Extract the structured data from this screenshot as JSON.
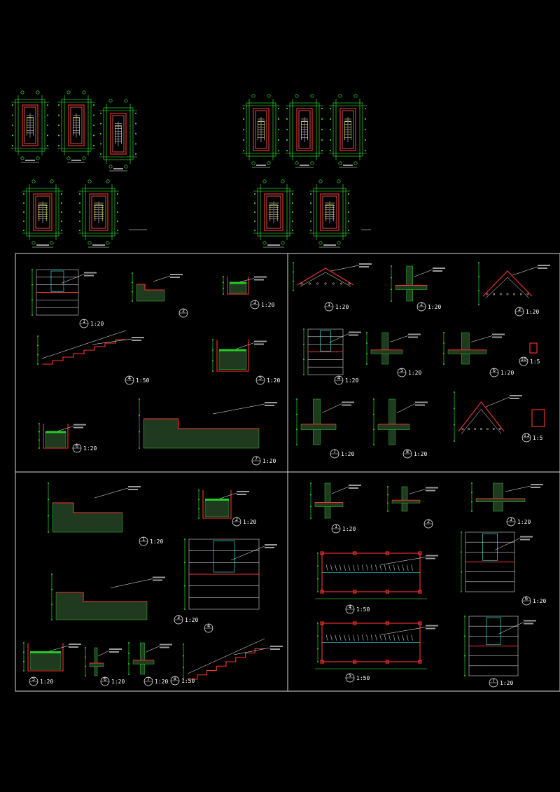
{
  "drawing": {
    "title": "",
    "background": "#000000",
    "colors": {
      "wall": "#ff3333",
      "dimension": "#33ff33",
      "text": "#ffffff",
      "annotation": "#33ffff",
      "frame": "#d9d9d9"
    }
  },
  "top_plans": {
    "count_row1_left": 3,
    "count_row1_right": 3,
    "count_row2_left": 2,
    "count_row2_right": 2
  },
  "sheets": [
    {
      "id": "sheet-1",
      "details": [
        {
          "number": "1",
          "scale": "1:20"
        },
        {
          "number": "2",
          "scale": ""
        },
        {
          "number": "3",
          "scale": "1:20"
        },
        {
          "number": "4",
          "scale": "1:50"
        },
        {
          "number": "5",
          "scale": "1:20"
        },
        {
          "number": "6",
          "scale": "1:20"
        },
        {
          "number": "7",
          "scale": "1:20"
        }
      ]
    },
    {
      "id": "sheet-2",
      "details": [
        {
          "number": "1",
          "scale": "1:20"
        },
        {
          "number": "2",
          "scale": "1:20"
        },
        {
          "number": "3",
          "scale": "1:20"
        },
        {
          "number": "4",
          "scale": "1:20"
        },
        {
          "number": "5",
          "scale": "1:20"
        },
        {
          "number": "6",
          "scale": "1:20"
        },
        {
          "number": "7",
          "scale": "1:20"
        },
        {
          "number": "8",
          "scale": "1:20"
        },
        {
          "number": "10",
          "scale": "1:5"
        },
        {
          "number": "11",
          "scale": "1:5"
        }
      ]
    },
    {
      "id": "sheet-3",
      "details": [
        {
          "number": "1",
          "scale": "1:20"
        },
        {
          "number": "2",
          "scale": "1:20"
        },
        {
          "number": "3",
          "scale": "1:20"
        },
        {
          "number": "4",
          "scale": ""
        },
        {
          "number": "5",
          "scale": "1:20"
        },
        {
          "number": "6",
          "scale": "1:20"
        },
        {
          "number": "7",
          "scale": "1:20"
        },
        {
          "number": "8",
          "scale": "1:50"
        }
      ]
    },
    {
      "id": "sheet-4",
      "details": [
        {
          "number": "1",
          "scale": "1:20"
        },
        {
          "number": "2",
          "scale": ""
        },
        {
          "number": "3",
          "scale": "1:20"
        },
        {
          "number": "4",
          "scale": "1:50"
        },
        {
          "number": "5",
          "scale": "1:50"
        },
        {
          "number": "6",
          "scale": "1:20"
        },
        {
          "number": "7",
          "scale": "1:20"
        }
      ]
    }
  ]
}
